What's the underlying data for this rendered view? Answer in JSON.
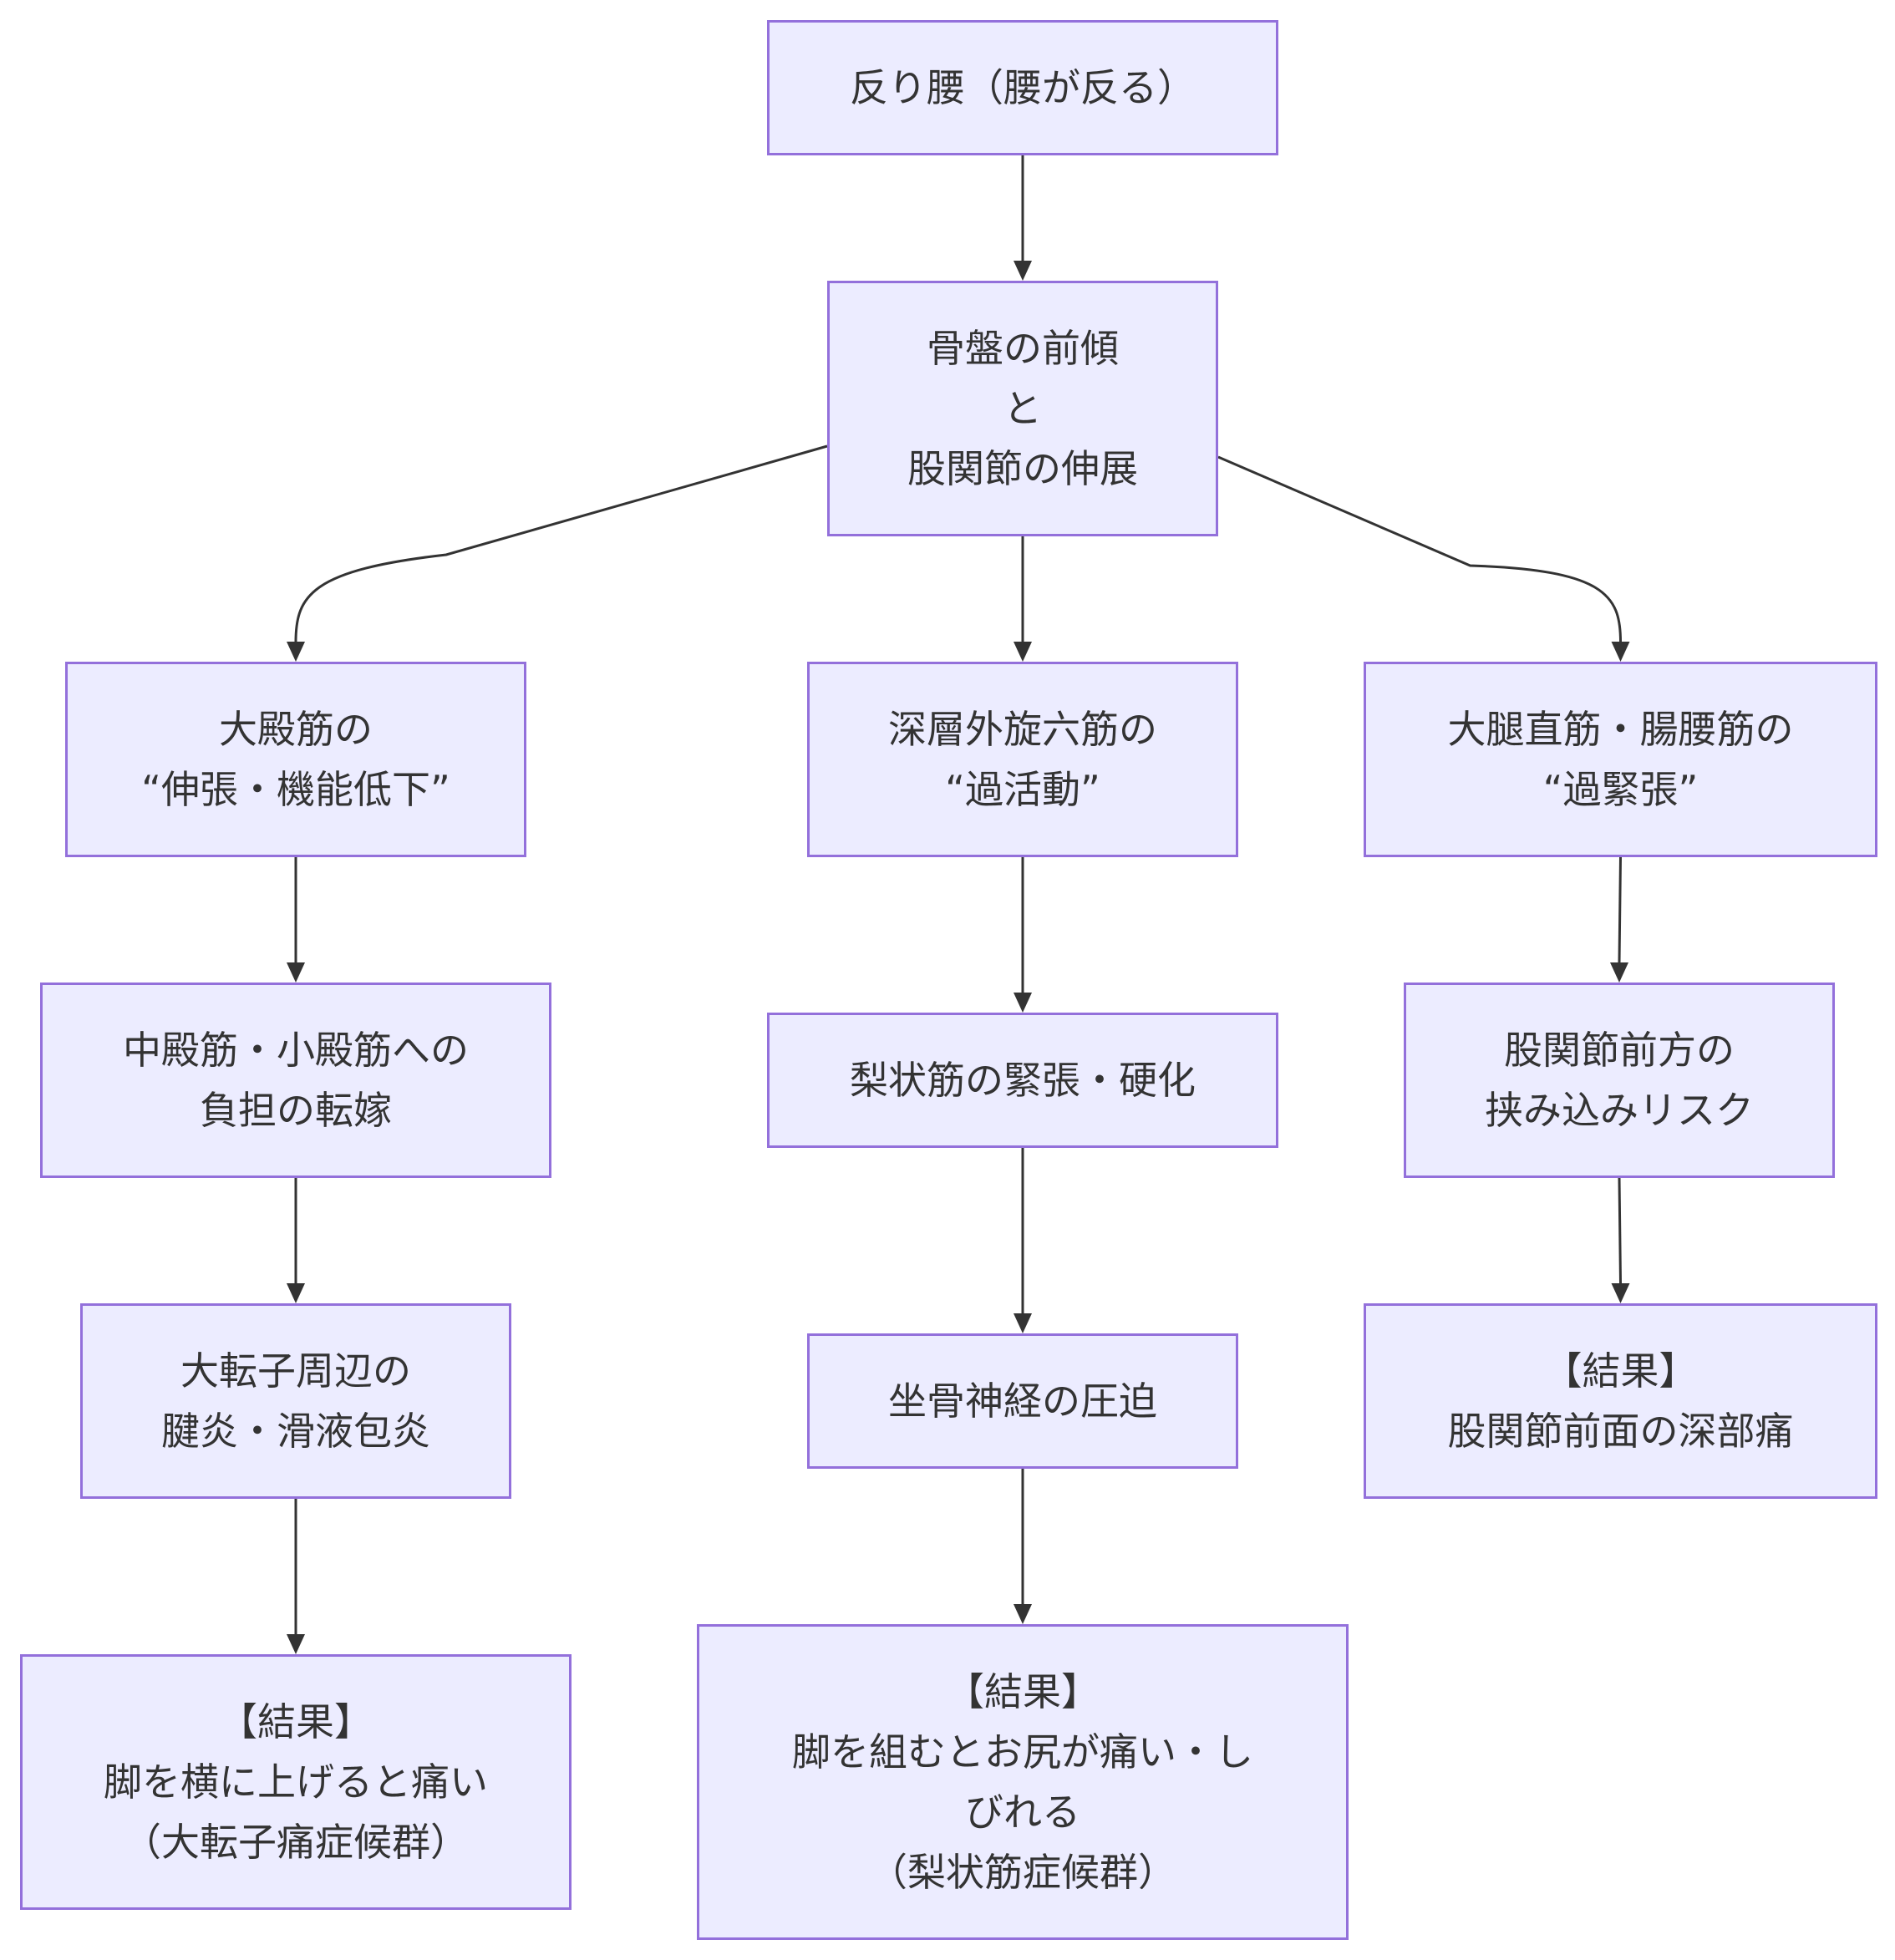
{
  "diagram": {
    "type": "flowchart",
    "direction": "top-down",
    "colors": {
      "node_fill": "#ECECFF",
      "node_border": "#9370DB",
      "text": "#333333",
      "edge": "#333333",
      "background": "#FFFFFF"
    },
    "nodes": {
      "n1": {
        "lines": [
          "反り腰（腰が反る）"
        ]
      },
      "n2": {
        "lines": [
          "骨盤の前傾",
          "と",
          "股関節の伸展"
        ]
      },
      "l1": {
        "lines": [
          "大殿筋の",
          "“伸張・機能低下”"
        ]
      },
      "m1": {
        "lines": [
          "深層外旋六筋の",
          "“過活動”"
        ]
      },
      "r1": {
        "lines": [
          "大腿直筋・腸腰筋の",
          "“過緊張”"
        ]
      },
      "l2": {
        "lines": [
          "中殿筋・小殿筋への",
          "負担の転嫁"
        ]
      },
      "m2": {
        "lines": [
          "梨状筋の緊張・硬化"
        ]
      },
      "r2": {
        "lines": [
          "股関節前方の",
          "挟み込みリスク"
        ]
      },
      "l3": {
        "lines": [
          "大転子周辺の",
          "腱炎・滑液包炎"
        ]
      },
      "m3": {
        "lines": [
          "坐骨神経の圧迫"
        ]
      },
      "r3": {
        "lines": [
          "【結果】",
          "股関節前面の深部痛"
        ]
      },
      "l4": {
        "lines": [
          "【結果】",
          "脚を横に上げると痛い",
          "（大転子痛症候群）"
        ]
      },
      "m4": {
        "lines": [
          "【結果】",
          "脚を組むとお尻が痛い・し",
          "びれる",
          "（梨状筋症候群）"
        ]
      }
    },
    "edges": [
      {
        "from": "n1",
        "to": "n2"
      },
      {
        "from": "n2",
        "to": "l1"
      },
      {
        "from": "n2",
        "to": "m1"
      },
      {
        "from": "n2",
        "to": "r1"
      },
      {
        "from": "l1",
        "to": "l2"
      },
      {
        "from": "l2",
        "to": "l3"
      },
      {
        "from": "l3",
        "to": "l4"
      },
      {
        "from": "m1",
        "to": "m2"
      },
      {
        "from": "m2",
        "to": "m3"
      },
      {
        "from": "m3",
        "to": "m4"
      },
      {
        "from": "r1",
        "to": "r2"
      },
      {
        "from": "r2",
        "to": "r3"
      }
    ]
  }
}
